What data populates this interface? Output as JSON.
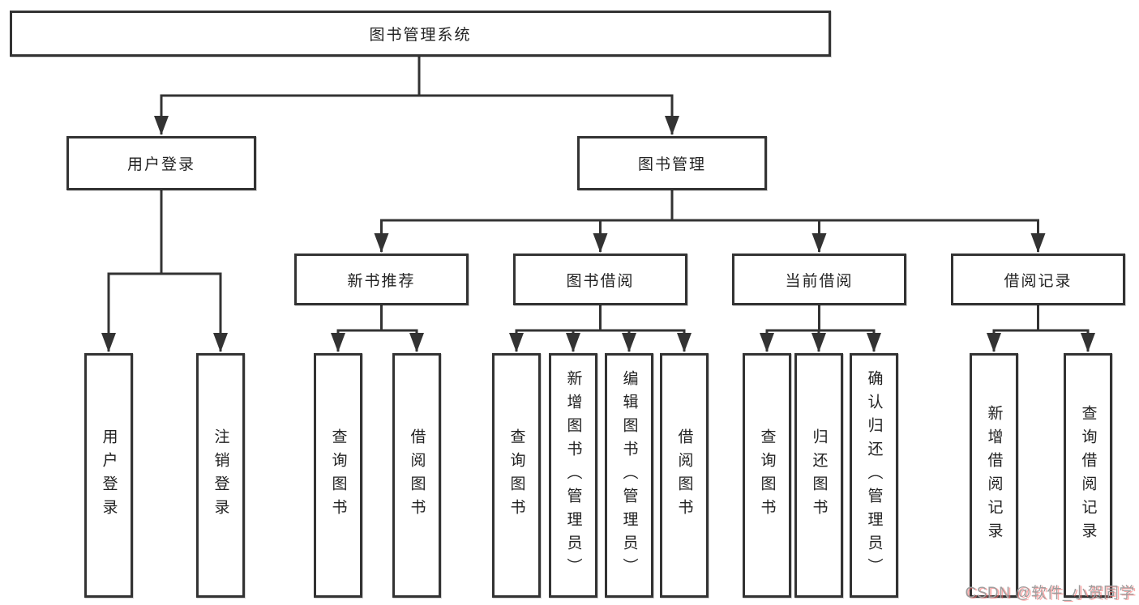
{
  "colors": {
    "background": "#ffffff",
    "line": "#333333",
    "box_border": "#333333",
    "text": "#222222",
    "watermark_gray": "#9e9e9e",
    "watermark_red": "#ff6868"
  },
  "diagram": {
    "root": {
      "label": "图书管理系统"
    },
    "branches": [
      {
        "label": "用户登录",
        "children": [
          {
            "label": "用户登录"
          },
          {
            "label": "注销登录"
          }
        ]
      },
      {
        "label": "图书管理",
        "children": [
          {
            "label": "新书推荐",
            "children": [
              {
                "label": "查询图书"
              },
              {
                "label": "借阅图书"
              }
            ]
          },
          {
            "label": "图书借阅",
            "children": [
              {
                "label": "查询图书"
              },
              {
                "label": "新增图书（管理员）"
              },
              {
                "label": "编辑图书（管理员）"
              },
              {
                "label": "借阅图书"
              }
            ]
          },
          {
            "label": "当前借阅",
            "children": [
              {
                "label": "查询图书"
              },
              {
                "label": "归还图书"
              },
              {
                "label": "确认归还（管理员）"
              }
            ]
          },
          {
            "label": "借阅记录",
            "children": [
              {
                "label": "新增借阅记录"
              },
              {
                "label": "查询借阅记录"
              }
            ]
          }
        ]
      }
    ]
  },
  "watermark": {
    "text": "CSDN @软件_小贺同学"
  }
}
